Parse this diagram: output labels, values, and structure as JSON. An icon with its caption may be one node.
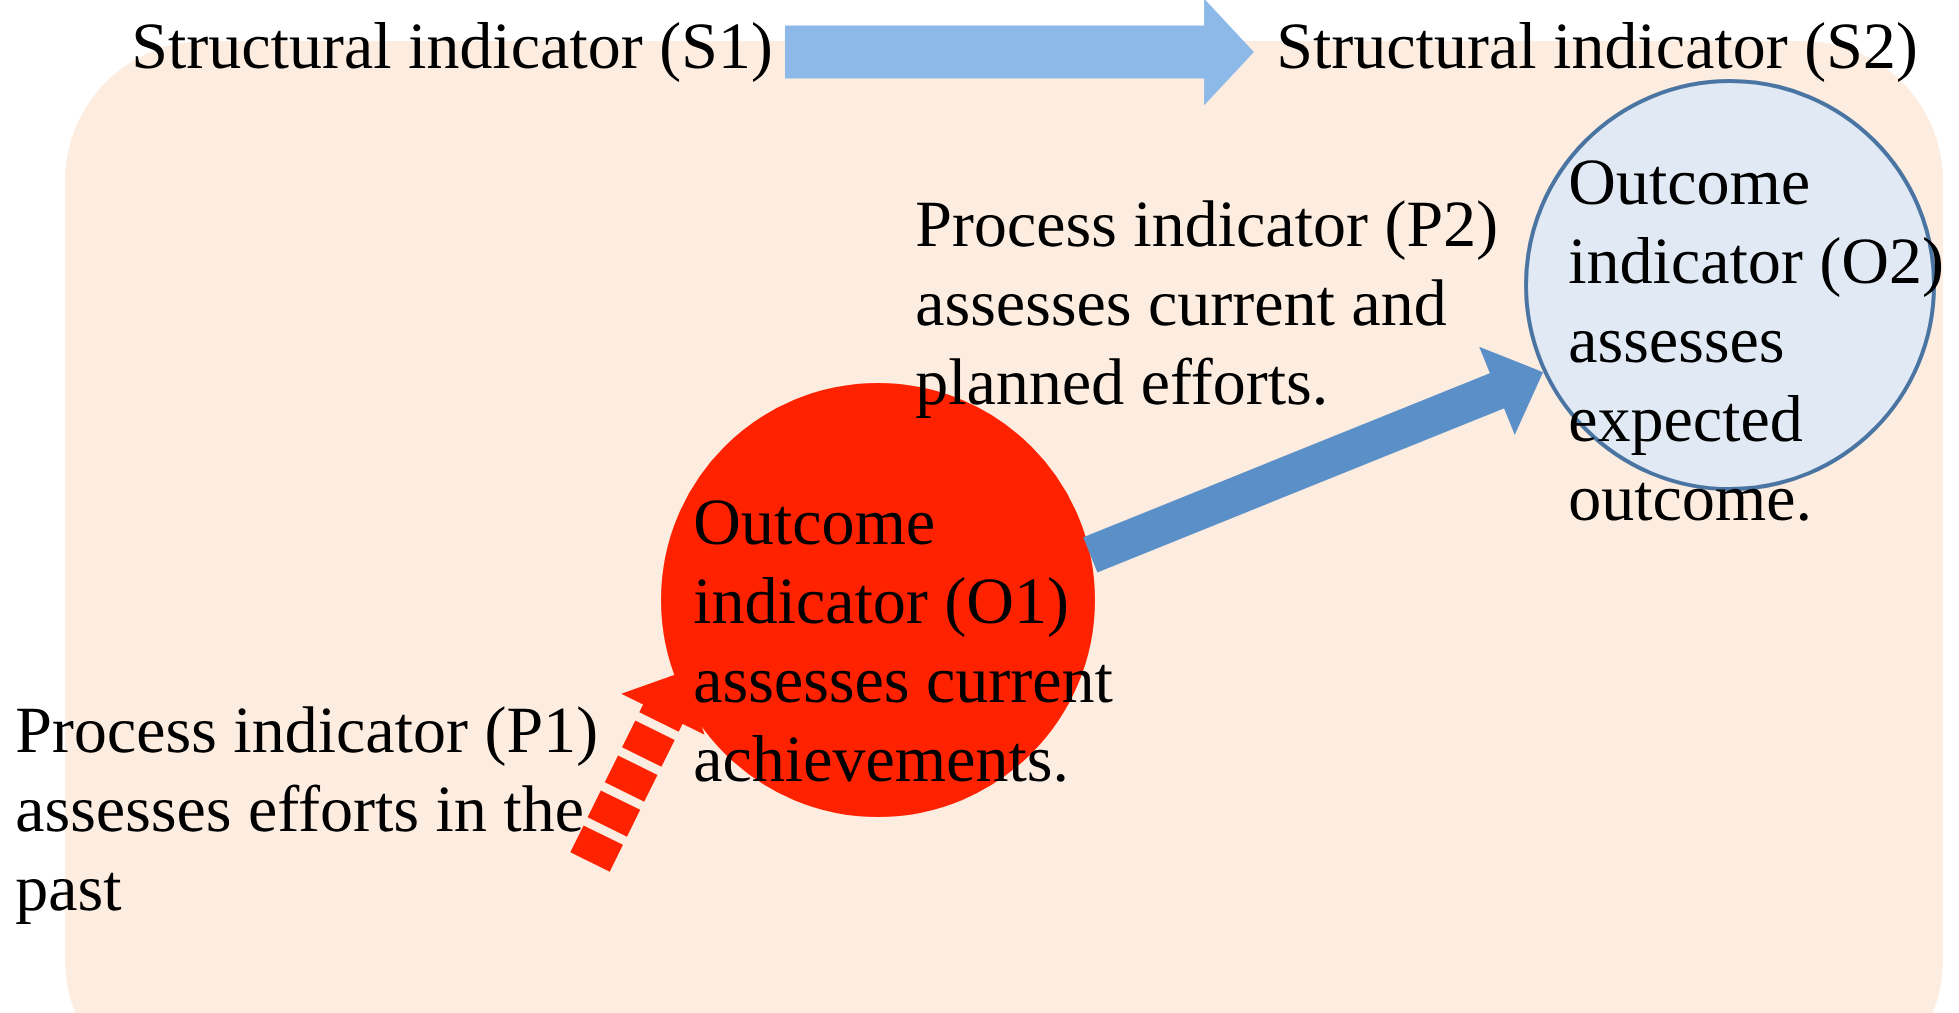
{
  "diagram": {
    "nodes": [
      {
        "text": [
          "Structural indicator (S1)"
        ]
      },
      {
        "text": [
          "Structural indicator (S2)"
        ]
      },
      {
        "text": [
          "Process indicator (P1) assesses efforts in the past"
        ]
      },
      {
        "text": [
          "Outcome indicator (O1) assesses current achievements."
        ]
      },
      {
        "text": [
          "Outcome indicator (O2) assesses expected outcome."
        ]
      }
    ],
    "edges": [
      {
        "from": 0,
        "to": 1,
        "arrow": "to",
        "color": "#8db9e9"
      },
      {
        "from": 2,
        "to": 3,
        "arrow": "to",
        "style": "dashed",
        "color": "#ff2200"
      },
      {
        "from": 3,
        "to": 4,
        "arrow": "to",
        "label": "Process indicator (P2) assesses current and planned efforts.",
        "color": "#5b8fc7"
      }
    ]
  }
}
